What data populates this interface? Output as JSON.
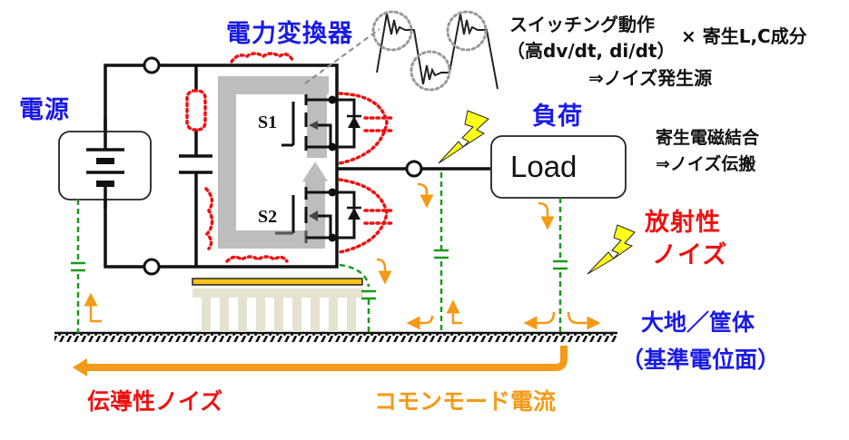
{
  "labels": {
    "power_converter": "電力変換器",
    "power_source": "電源",
    "load_title": "負荷",
    "load_box": "Load",
    "switch_1": "S1",
    "switch_2": "S2",
    "switching_line1": "スイッチング動作",
    "switching_line2": "（高dv/dt, di/dt）",
    "times_parasitic": "× 寄生L,C成分",
    "noise_source": "⇒ノイズ発生源",
    "coupling_line1": "寄生電磁結合",
    "coupling_line2": "⇒ノイズ伝搬",
    "radiated_line1": "放射性",
    "radiated_line2": "ノイズ",
    "ground_line1": "大地／筐体",
    "ground_line2": "（基準電位面）",
    "conducted_noise": "伝導性ノイズ",
    "common_mode_current": "コモンモード電流"
  },
  "icons": {
    "lightning_1": "lightning-bolt-icon",
    "lightning_2": "lightning-bolt-icon"
  },
  "colors": {
    "title_blue": "#1a1ae6",
    "noise_red": "#ee1111",
    "current_orange": "#f39a17",
    "parasitic_green": "#1a9a1a",
    "current_path_gray": "#bdbdbd",
    "heatsink_plate": "#f5c21a",
    "heatsink_fins": "#e6e2d0",
    "lightning_yellow": "#ffff1a"
  }
}
